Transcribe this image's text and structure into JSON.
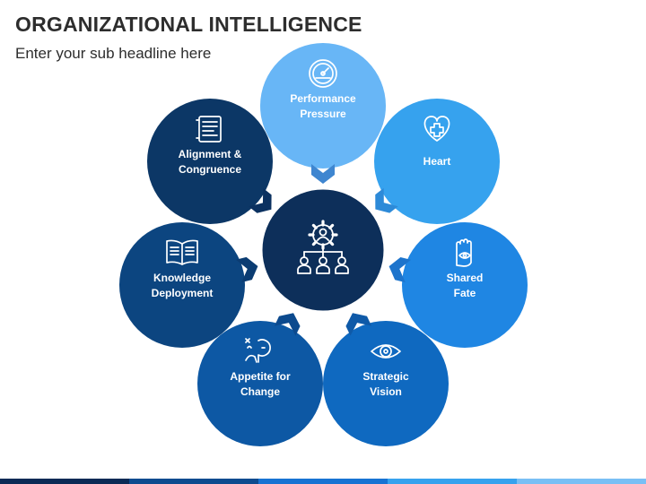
{
  "header": {
    "title": "ORGANIZATIONAL INTELLIGENCE",
    "subtitle": "Enter your sub headline here"
  },
  "center": {
    "icon": "gear-team-hierarchy-icon",
    "color": "#0d2f5a"
  },
  "nodes": [
    {
      "id": "performance-pressure",
      "label": [
        "Performance",
        "Pressure"
      ],
      "icon": "speedometer-icon",
      "color": "#68b6f6",
      "arrow_color": "#3f86d0"
    },
    {
      "id": "heart",
      "label": [
        "Heart"
      ],
      "icon": "heart-plus-icon",
      "color": "#36a2ee",
      "arrow_color": "#2d8ad8"
    },
    {
      "id": "shared-fate",
      "label": [
        "Shared",
        "Fate"
      ],
      "icon": "hand-eye-icon",
      "color": "#1f86e3",
      "arrow_color": "#1d74cc"
    },
    {
      "id": "strategic-vision",
      "label": [
        "Strategic",
        "Vision"
      ],
      "icon": "eye-icon",
      "color": "#0f69c0",
      "arrow_color": "#0f5aa8"
    },
    {
      "id": "appetite-for-change",
      "label": [
        "Appetite for",
        "Change"
      ],
      "icon": "person-thinking-icon",
      "color": "#0d58a4",
      "arrow_color": "#0c4a8e"
    },
    {
      "id": "knowledge-deployment",
      "label": [
        "Knowledge",
        "Deployment"
      ],
      "icon": "open-book-icon",
      "color": "#0c4580",
      "arrow_color": "#0b3c72"
    },
    {
      "id": "alignment-congruence",
      "label": [
        "Alignment &",
        "Congruence"
      ],
      "icon": "document-lines-icon",
      "color": "#0c3766",
      "arrow_color": "#0b3160"
    }
  ],
  "bottom_bar": [
    "#0a2a55",
    "#0d4b8f",
    "#1773d3",
    "#36a2ee",
    "#79bff5"
  ]
}
